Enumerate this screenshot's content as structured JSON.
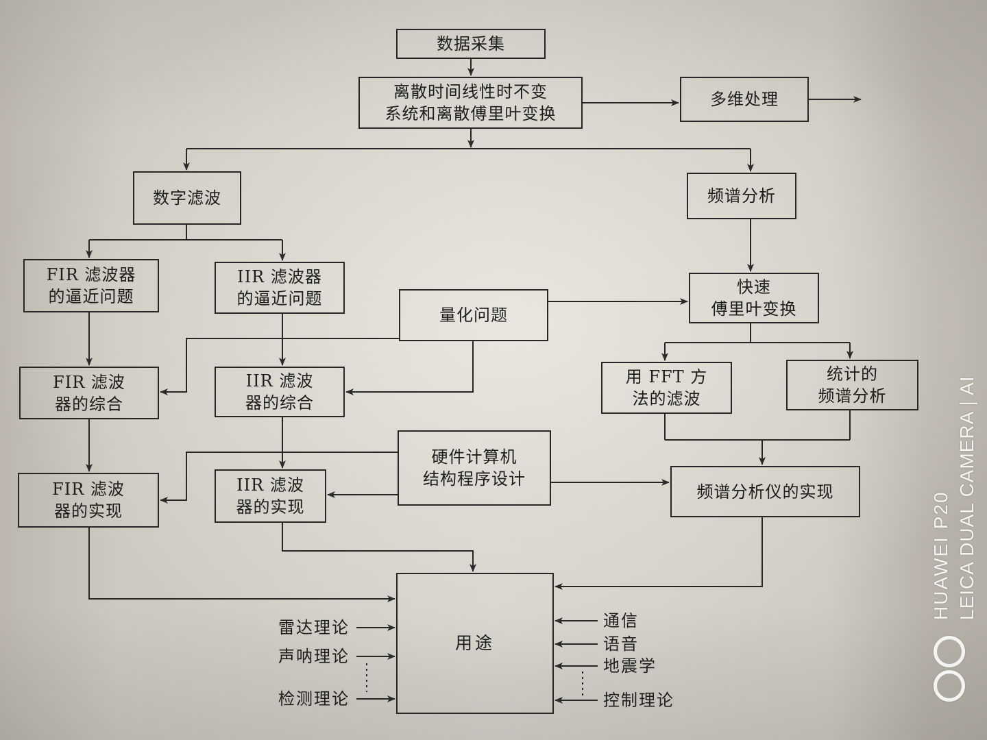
{
  "nodes": {
    "data_acquisition": {
      "lines": [
        "数据采集"
      ]
    },
    "dtlti_dft": {
      "lines": [
        "离散时间线性时不变",
        "系统和离散傅里叶变换"
      ]
    },
    "multidimensional": {
      "lines": [
        "多维处理"
      ]
    },
    "digital_filtering": {
      "lines": [
        "数字滤波"
      ]
    },
    "spectrum_analysis": {
      "lines": [
        "频谱分析"
      ]
    },
    "fir_approximation": {
      "lines": [
        "FIR 滤波器",
        "的逼近问题"
      ]
    },
    "iir_approximation": {
      "lines": [
        "IIR 滤波器",
        "的逼近问题"
      ]
    },
    "quantization": {
      "lines": [
        "量化问题"
      ]
    },
    "fft": {
      "lines": [
        "快速",
        "傅里叶变换"
      ]
    },
    "fir_synthesis": {
      "lines": [
        "FIR 滤波",
        "器的综合"
      ]
    },
    "iir_synthesis": {
      "lines": [
        "IIR 滤波",
        "器的综合"
      ]
    },
    "fft_filtering": {
      "lines": [
        "用 FFT 方",
        "法的滤波"
      ]
    },
    "statistical_spectrum": {
      "lines": [
        "统计的",
        "频谱分析"
      ]
    },
    "hardware_software": {
      "lines": [
        "硬件计算机",
        "结构程序设计"
      ]
    },
    "fir_implementation": {
      "lines": [
        "FIR 滤波",
        "器的实现"
      ]
    },
    "iir_implementation": {
      "lines": [
        "IIR 滤波",
        "器的实现"
      ]
    },
    "analyzer_implementation": {
      "lines": [
        "频谱分析仪的实现"
      ]
    },
    "applications": {
      "lines": [
        "用途"
      ]
    }
  },
  "inputs_left": [
    "雷达理论",
    "声呐理论",
    "检测理论"
  ],
  "inputs_right": [
    "通信",
    "语音",
    "地震学",
    "控制理论"
  ],
  "watermark": {
    "model": "HUAWEI P20",
    "camera": "LEICA DUAL CAMERA | AI",
    "logo_icon": "leica-rings-icon"
  },
  "colors": {
    "ink": "#262626",
    "paper": "#d6d3cc",
    "watermark": "#f4f4f4"
  }
}
